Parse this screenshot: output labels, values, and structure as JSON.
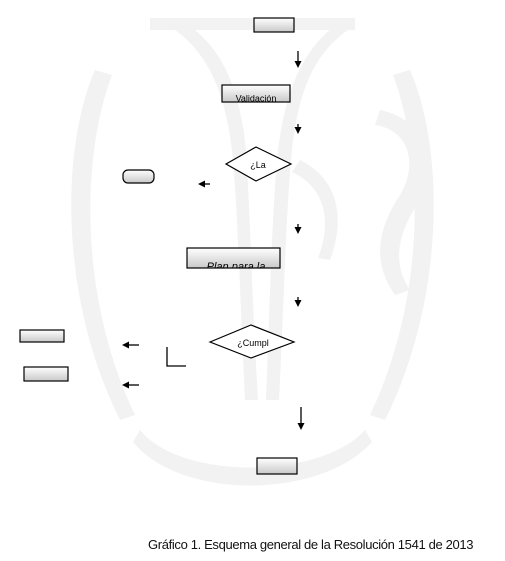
{
  "nodes": {
    "box_top": "",
    "validacion": "Validación",
    "decision_la": "¿La",
    "terminal_left": "",
    "plan": "Plan para la",
    "decision_cumpl": "¿Cumpl",
    "box_left_1": "",
    "box_left_2": "",
    "box_bottom": ""
  },
  "caption": "Gráfico 1. Esquema general de la Resolución 1541 de 2013",
  "colors": {
    "watermark": "#f2f2f2",
    "box_fill_top": "#ffffff",
    "box_fill_bottom": "#c9c9c9",
    "stroke": "#000000"
  }
}
